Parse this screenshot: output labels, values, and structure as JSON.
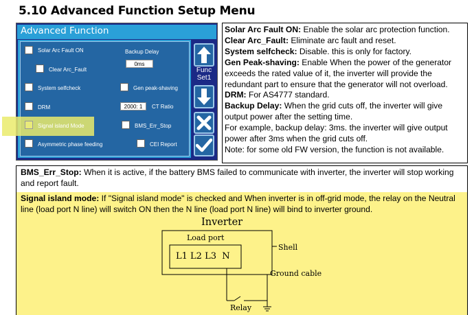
{
  "heading": "5.10 Advanced Function Setup Menu",
  "device": {
    "title": "Advanced Function",
    "options": {
      "solar_arc_fault_on": "Solar Arc Fault ON",
      "clear_arc_fault": "Clear Arc_Fault",
      "system_selfcheck": "System selfcheck",
      "drm": "DRM",
      "signal_island_mode": "Signal island Mode",
      "asymmetric_phase_feeding": "Asymmetric phase feeding",
      "backup_delay": "Backup Delay",
      "backup_delay_value": "0ms",
      "gen_peak_shaving": "Gen peak-shaving",
      "ct_ratio_value": "2000: 1",
      "ct_ratio": "CT Ratio",
      "bms_err_stop": "BMS_Err_Stop",
      "cei_report": "CEI Report"
    },
    "func_label_line1": "Func",
    "func_label_line2": "Set1"
  },
  "descriptions": {
    "solar_arc_term": "Solar Arc Fault ON:",
    "solar_arc_text": " Enable the solar arc protection function.",
    "clear_arc_term": "Clear Arc_Fault:",
    "clear_arc_text": " Eliminate arc fault and reset.",
    "selfcheck_term": "System selfcheck:",
    "selfcheck_text": " Disable. this is only for factory.",
    "gen_peak_term": "Gen Peak-shaving:",
    "gen_peak_text": " Enable When the power of the generator exceeds the rated value of it, the inverter will provide the redundant part to ensure that the generator will not overload.",
    "drm_term": "DRM:",
    "drm_text": " For AS4777 standard.",
    "backup_term": "Backup Delay:",
    "backup_text": " When the grid cuts off, the inverter will give output power after the setting time.",
    "backup_example": "For example, backup delay: 3ms. the inverter will give output power after 3ms when the grid cuts off.",
    "note": "Note: for some old FW version, the function is not available.",
    "bms_term": "BMS_Err_Stop:",
    "bms_text": " When it is active, if the battery BMS failed to communicate with inverter, the inverter will stop working and report fault.",
    "signal_term": "Signal island mode:",
    "signal_text": "  If \"Signal island mode\" is checked and When inverter is in off-grid mode, the relay on the Neutral line (load port N line) will switch ON then the N line (load port N line) will bind to inverter ground."
  },
  "diagram": {
    "title": "Inverter",
    "load_port": "Load port",
    "terminals": "L1 L2 L3  N",
    "shell": "Shell",
    "ground_cable": "Ground cable",
    "relay": "Relay"
  },
  "colors": {
    "device_frame": "#1b2a86",
    "device_panel": "#2466a3",
    "device_accent": "#2aa0d8",
    "highlight_yellow": "#fdf28a"
  }
}
